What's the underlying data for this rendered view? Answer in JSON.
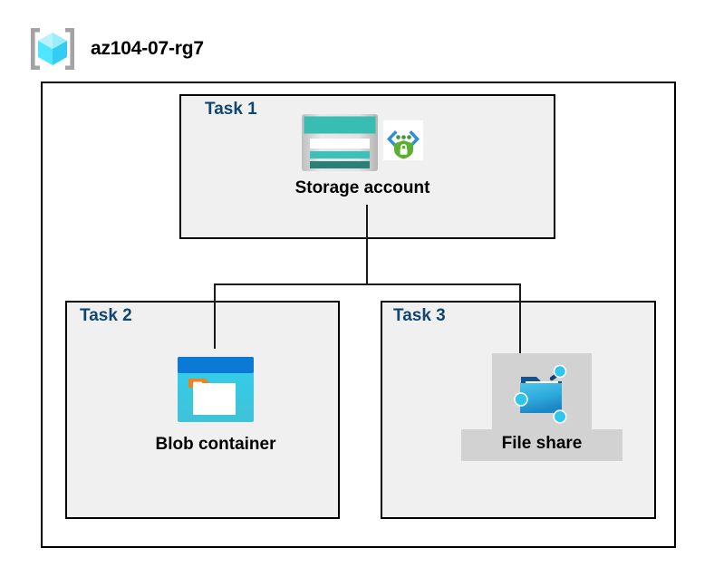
{
  "header": {
    "icon_name": "resource-group-icon",
    "title": "az104-07-rg7"
  },
  "colors": {
    "task_label": "#0f4670",
    "box_border": "#000000",
    "box_fill": "#f0f0f0",
    "canvas": "#ffffff",
    "connector": "#1a1a1a",
    "highlight": "#d2d2d2",
    "storage_teal": "#37b8ae",
    "storage_teal_dark": "#2a7f77",
    "blob_blue": "#0078d4",
    "blob_cyan": "#32c8e8",
    "blob_orange": "#f08020",
    "fileshare_blue": "#32b4e0",
    "shield_green": "#5bb12f",
    "cube_cyan": "#50e6ff",
    "bracket_gray": "#a0a0a0"
  },
  "diagram": {
    "type": "azure-architecture-tree",
    "container_label": "az104-07-rg7",
    "nodes": [
      {
        "id": "task1",
        "task_label": "Task 1",
        "caption": "Storage account",
        "icons": [
          "storage-account-icon",
          "secure-endpoint-icon"
        ],
        "highlighted": false
      },
      {
        "id": "task2",
        "task_label": "Task 2",
        "caption": "Blob container",
        "icons": [
          "blob-container-icon"
        ],
        "highlighted": false
      },
      {
        "id": "task3",
        "task_label": "Task 3",
        "caption": "File share",
        "icons": [
          "file-share-icon"
        ],
        "highlighted": true
      }
    ],
    "edges": [
      {
        "from": "task1",
        "to": "task2"
      },
      {
        "from": "task1",
        "to": "task3"
      }
    ]
  }
}
